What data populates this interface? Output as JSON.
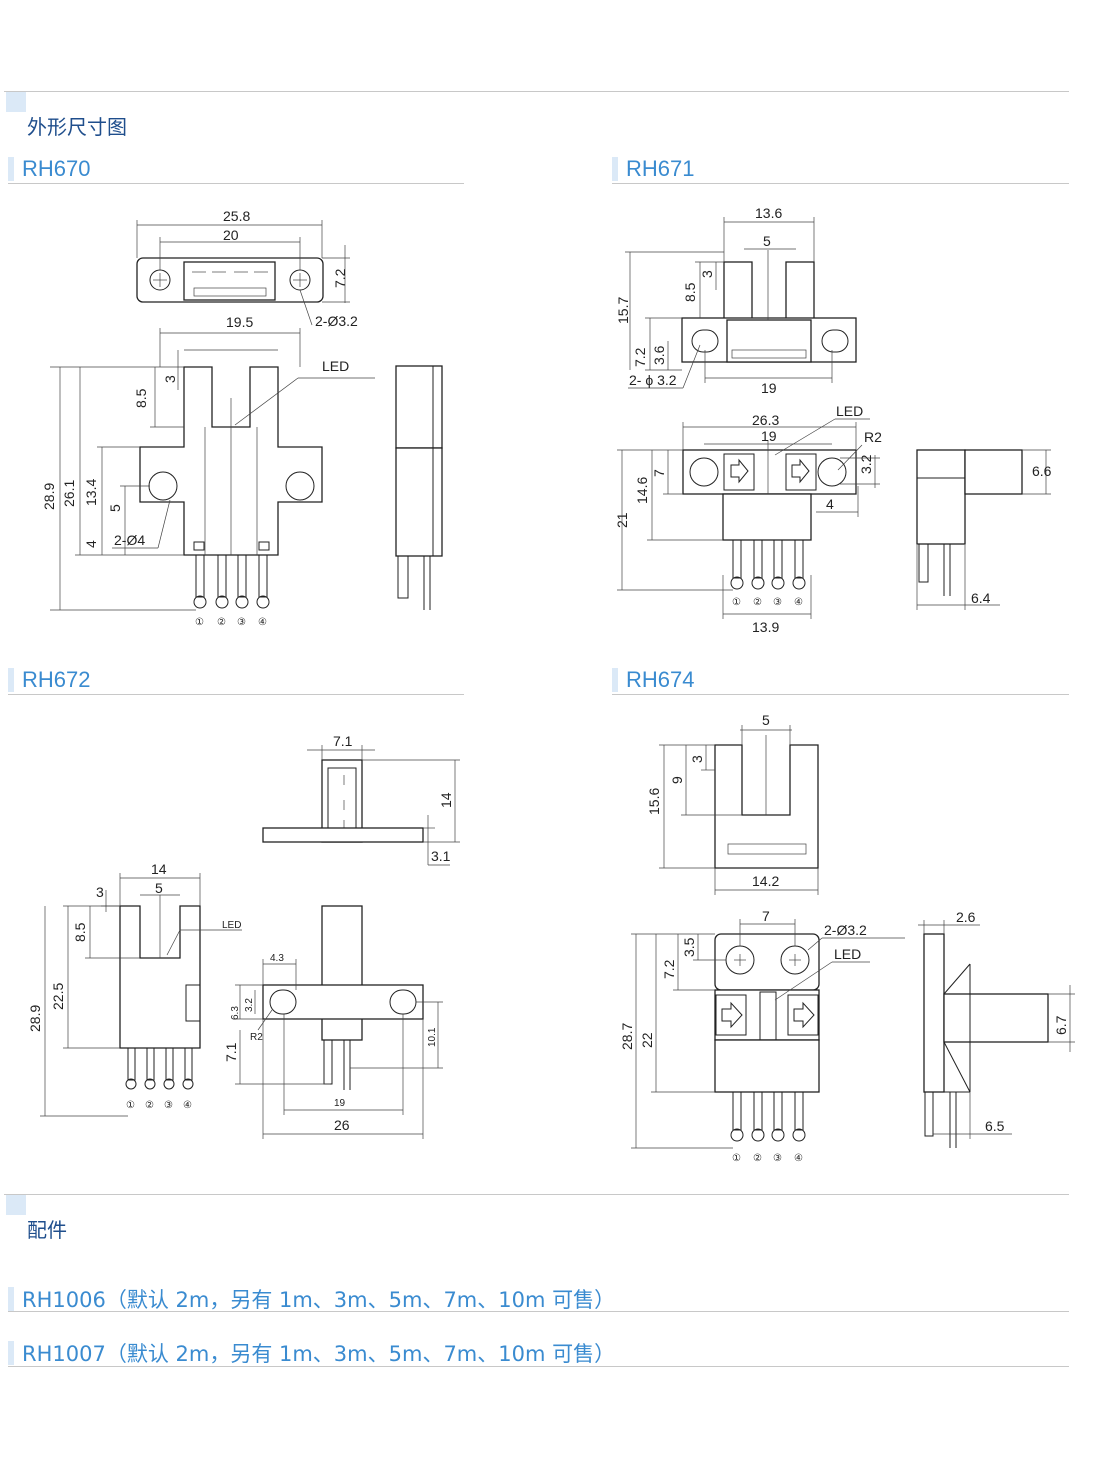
{
  "sections": {
    "dimensions_title": "外形尺寸图",
    "accessories_title": "配件"
  },
  "products": [
    {
      "id": "RH670",
      "label": "RH670"
    },
    {
      "id": "RH671",
      "label": "RH671"
    },
    {
      "id": "RH672",
      "label": "RH672"
    },
    {
      "id": "RH674",
      "label": "RH674"
    }
  ],
  "accessories": [
    {
      "label": "RH1006（默认 2m，另有 1m、3m、5m、7m、10m 可售）"
    },
    {
      "label": "RH1007（默认 2m，另有 1m、3m、5m、7m、10m 可售）"
    }
  ],
  "drawings": {
    "rh670": {
      "w_total": "25.8",
      "w_holes": "20",
      "hole_h": "7.2",
      "mount_holes": "2-Ø3.2",
      "slot_outer": "19.5",
      "led": "LED",
      "slot_depth": "8.5",
      "slot_w": "3",
      "h_total": "28.9",
      "h_body": "26.1",
      "h_flange": "13.4",
      "h_hole": "5",
      "h_base": "4",
      "pin_holes": "2-Ø4"
    },
    "rh671": {
      "w_top": "13.6",
      "slot_w": "5",
      "slot_gap": "3",
      "slot_depth": "8.5",
      "h_total_top": "15.7",
      "flange_h": "7.2",
      "hole_c": "3.6",
      "mount_holes": "2- ϕ 3.2",
      "hole_span": "19",
      "w_front": "26.3",
      "hole_span_front": "19",
      "led": "LED",
      "radius": "R2",
      "h_top": "7",
      "h_mid": "14.6",
      "h_total": "21",
      "slot_h": "3.2",
      "offset": "4",
      "w_bottom": "13.9",
      "side_h": "6.6",
      "side_w": "6.4"
    },
    "rh672": {
      "top_w": "7.1",
      "top_h": "14",
      "top_t": "3.1",
      "w_front": "14",
      "slot_w": "5",
      "slot_gap": "3",
      "slot_depth": "8.5",
      "led": "LED",
      "h_body": "22.5",
      "h_total": "28.9",
      "side_slot": "4.3",
      "side_h1": "6.3",
      "side_h2": "3.2",
      "radius": "R2",
      "side_off": "7.1",
      "side_pin": "10.1",
      "side_span": "19",
      "side_total": "26"
    },
    "rh674": {
      "slot_w": "5",
      "slot_gap": "3",
      "slot_depth": "9",
      "h_top": "15.6",
      "w_top": "14.2",
      "hole_span": "7",
      "mount_holes": "2-Ø3.2",
      "led": "LED",
      "h_small": "3.5",
      "h_flange": "7.2",
      "h_body": "22",
      "h_total": "28.7",
      "side_t": "2.6",
      "side_h": "6.7",
      "side_w": "6.5"
    },
    "pins": [
      "①",
      "②",
      "③",
      "④"
    ]
  }
}
